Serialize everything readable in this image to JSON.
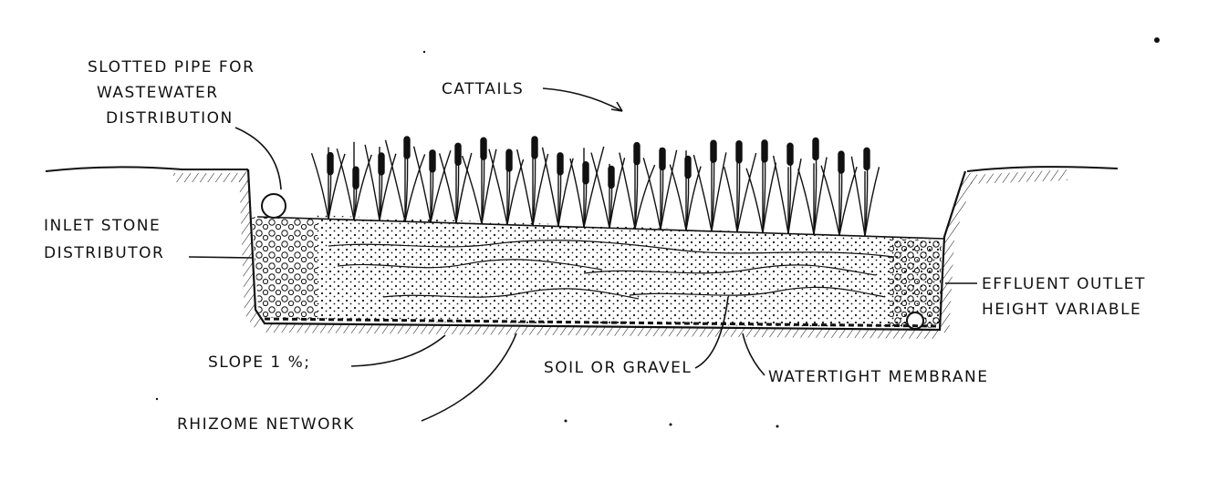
{
  "labels": {
    "slotted_pipe_1": "SLOTTED PIPE FOR",
    "slotted_pipe_2": "WASTEWATER",
    "slotted_pipe_3": "DISTRIBUTION",
    "cattails": "CATTAILS",
    "inlet_1": "INLET STONE",
    "inlet_2": "DISTRIBUTOR",
    "effluent_1": "EFFLUENT OUTLET",
    "effluent_2": "HEIGHT VARIABLE",
    "slope": "SLOPE 1 %;",
    "soil": "SOIL OR GRAVEL",
    "membrane": "WATERTIGHT MEMBRANE",
    "rhizome": "RHIZOME NETWORK"
  },
  "colors": {
    "ink": "#111111",
    "paper": "#ffffff"
  }
}
